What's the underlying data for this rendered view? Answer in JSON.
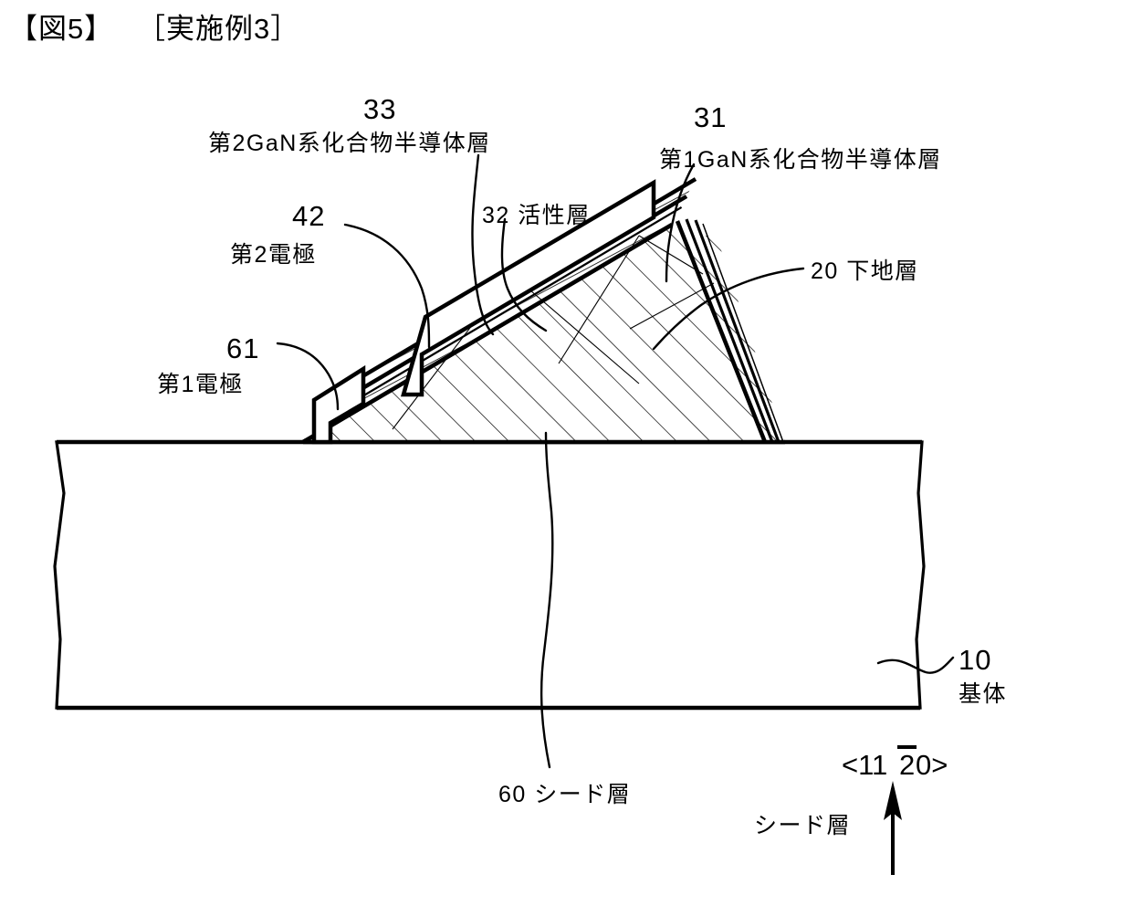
{
  "figure": {
    "title_number": "【図5】",
    "title_example": "［実施例3］"
  },
  "labels": {
    "l33_num": "33",
    "l33_text": "第2GaN系化合物半導体層",
    "l31_num": "31",
    "l31_text": "第1GaN系化合物半導体層",
    "l42_num": "42",
    "l42_text": "第2電極",
    "l32_text": "32 活性層",
    "l20_text": "20 下地層",
    "l61_num": "61",
    "l61_text": "第1電極",
    "l60_text": "60 シード層",
    "l10_num": "10",
    "l10_text": "基体",
    "seed_dir_label": "シード層",
    "direction_prefix": "<11",
    "direction_barred": "2",
    "direction_suffix": "0>"
  },
  "colors": {
    "ink": "#000000",
    "paper": "#ffffff"
  }
}
